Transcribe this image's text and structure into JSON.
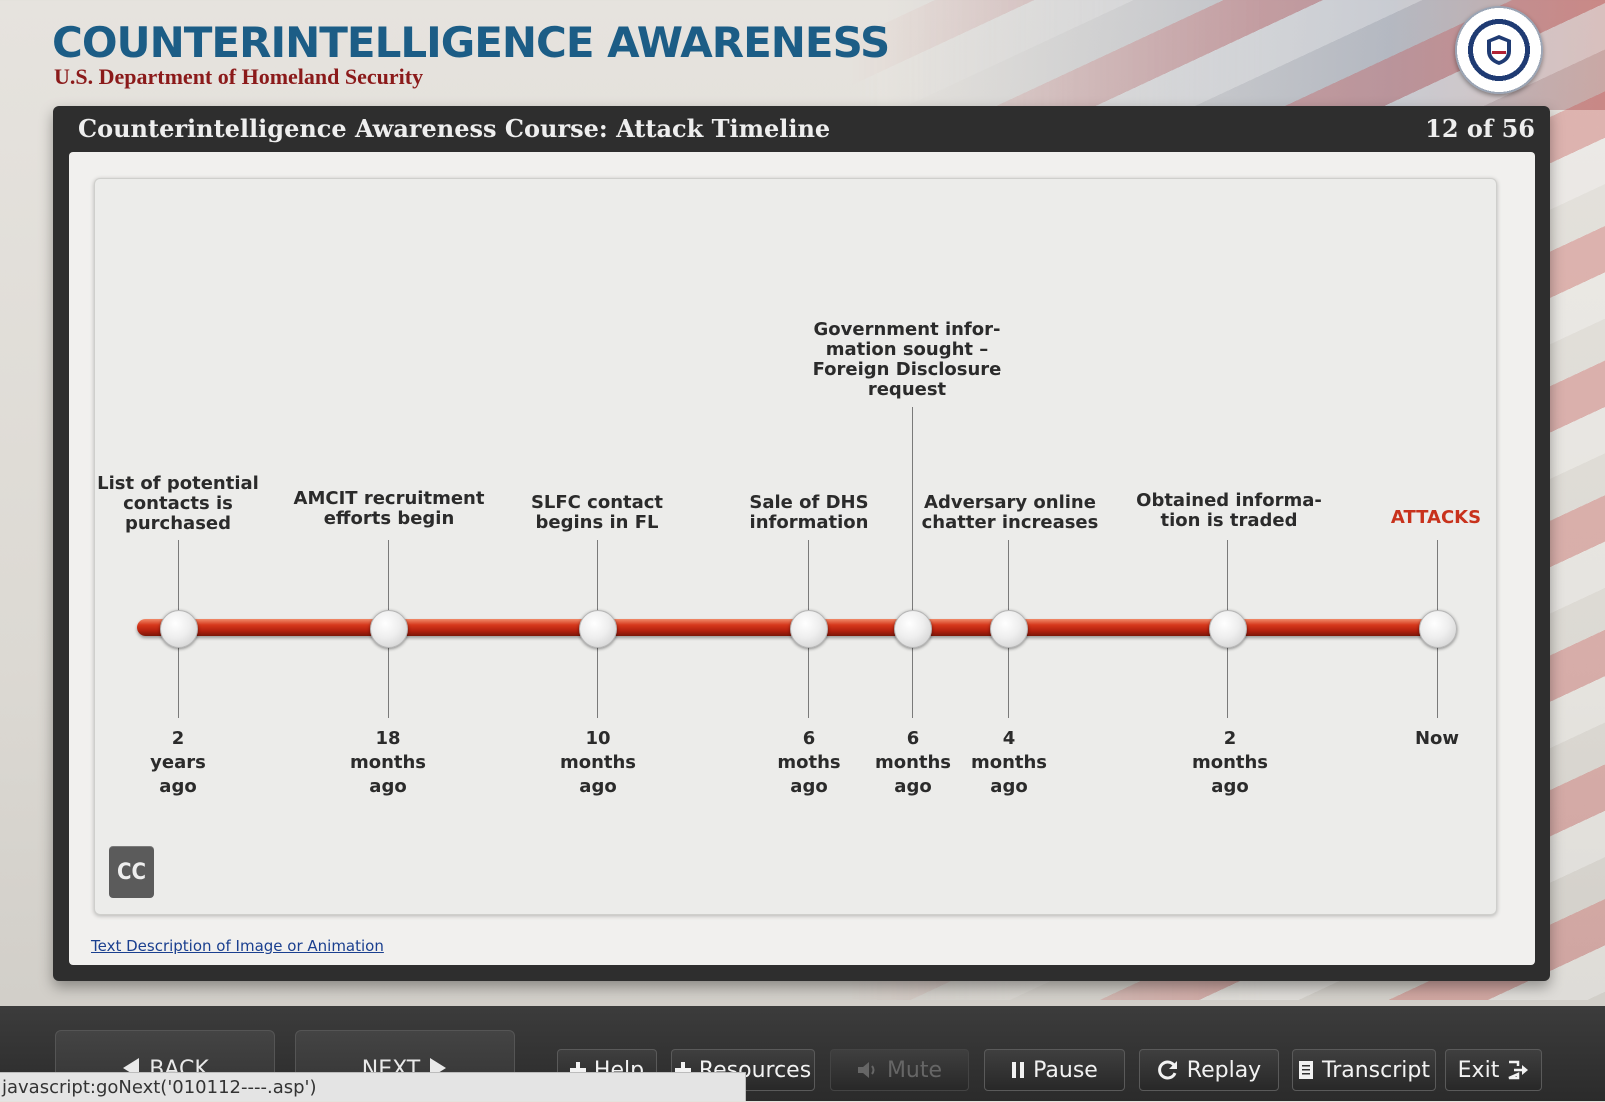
{
  "header": {
    "title": "COUNTERINTELLIGENCE AWARENESS",
    "subtitle": "U.S. Department of Homeland Security",
    "seal_icon": "dhs-seal-icon"
  },
  "slide": {
    "title": "Counterintelligence Awareness Course: Attack Timeline",
    "counter": "12 of 56",
    "description_link": "Text Description of Image or Animation",
    "cc_label": "CC"
  },
  "timeline": {
    "bar_color": "#c62d14",
    "accent_color": "#c8321c",
    "events": [
      {
        "label": "List of potential contacts is purchased",
        "when": [
          "2",
          "years",
          "ago"
        ]
      },
      {
        "label": "AMCIT recruitment efforts begin",
        "when": [
          "18",
          "months",
          "ago"
        ]
      },
      {
        "label": "SLFC contact begins in FL",
        "when": [
          "10",
          "months",
          "ago"
        ]
      },
      {
        "label": "Sale of DHS information",
        "when": [
          "6",
          "moths",
          "ago"
        ]
      },
      {
        "label": "Government infor- mation sought – Foreign Disclosure request",
        "when": [
          "6",
          "months",
          "ago"
        ]
      },
      {
        "label": "Adversary online chatter increases",
        "when": [
          "4",
          "months",
          "ago"
        ]
      },
      {
        "label": "Obtained informa- tion is traded",
        "when": [
          "2",
          "months",
          "ago"
        ]
      },
      {
        "label": "ATTACKS",
        "when": [
          "Now"
        ]
      }
    ]
  },
  "navigation": {
    "back_label": "BACK",
    "next_label": "NEXT",
    "help_label": "Help",
    "resources_label": "Resources",
    "mute_label": "Mute",
    "pause_label": "Pause",
    "replay_label": "Replay",
    "transcript_label": "Transcript",
    "exit_label": "Exit"
  },
  "status_bar": {
    "text": "javascript:goNext('010112----.asp')"
  }
}
